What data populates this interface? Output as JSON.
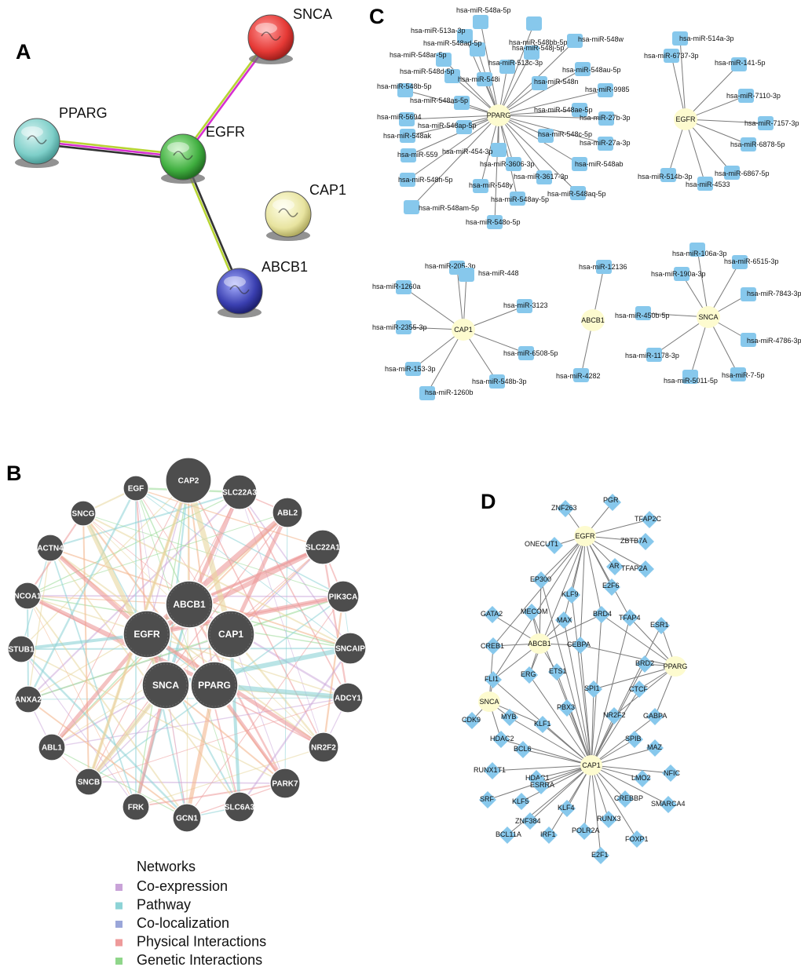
{
  "panels": {
    "a": "A",
    "b": "B",
    "c": "C",
    "d": "D"
  },
  "panel_a": {
    "nodes": [
      {
        "id": "SNCA",
        "color": "#e53935"
      },
      {
        "id": "PPARG",
        "color": "#7ecfc9"
      },
      {
        "id": "EGFR",
        "color": "#3fae3f"
      },
      {
        "id": "CAP1",
        "color": "#e8e4a0"
      },
      {
        "id": "ABCB1",
        "color": "#3a3fb0"
      }
    ],
    "edge_colors": {
      "text_mining": "#b7d433",
      "experimental": "#d62fd0",
      "coexpression": "#333333"
    }
  },
  "panel_c": {
    "groups": [
      {
        "hub": "PPARG",
        "targets": [
          "hsa-miR-548a-5p",
          "hsa-miR-513a-3p",
          "hsa-miR-548bb-5p",
          "hsa-miR-548ad-5p",
          "hsa-miR-548w",
          "hsa-miR-548j-5p",
          "hsa-miR-548ar-5p",
          "hsa-miR-513c-3p",
          "hsa-miR-548au-5p",
          "hsa-miR-548d-5p",
          "hsa-miR-548i",
          "hsa-miR-548n",
          "hsa-miR-548b-5p",
          "hsa-miR-9985",
          "hsa-miR-548as-5p",
          "hsa-miR-548ae-5p",
          "hsa-miR-5694",
          "hsa-miR-27b-3p",
          "hsa-miR-548ap-5p",
          "hsa-miR-548ak",
          "hsa-miR-548c-5p",
          "hsa-miR-27a-3p",
          "hsa-miR-559",
          "hsa-miR-454-3p",
          "hsa-miR-3606-3p",
          "hsa-miR-548ab",
          "hsa-miR-548h-5p",
          "hsa-miR-548y",
          "hsa-miR-3617-3p",
          "hsa-miR-548am-5p",
          "hsa-miR-548ay-5p",
          "hsa-miR-548aq-5p",
          "hsa-miR-548o-5p"
        ]
      },
      {
        "hub": "EGFR",
        "targets": [
          "hsa-miR-514a-3p",
          "hsa-miR-6737-3p",
          "hsa-miR-141-5p",
          "hsa-miR-7110-3p",
          "hsa-miR-7157-3p",
          "hsa-miR-6878-5p",
          "hsa-miR-6867-5p",
          "hsa-miR-514b-3p",
          "hsa-miR-4533"
        ]
      },
      {
        "hub": "CAP1",
        "targets": [
          "hsa-miR-205-3p",
          "hsa-miR-448",
          "hsa-miR-1260a",
          "hsa-miR-3123",
          "hsa-miR-2355-3p",
          "hsa-miR-6508-5p",
          "hsa-miR-153-3p",
          "hsa-miR-548b-3p",
          "hsa-miR-1260b"
        ]
      },
      {
        "hub": "ABCB1",
        "targets": [
          "hsa-miR-12136",
          "hsa-miR-4282"
        ]
      },
      {
        "hub": "SNCA",
        "targets": [
          "hsa-miR-106a-3p",
          "hsa-miR-6515-3p",
          "hsa-miR-190a-3p",
          "hsa-miR-7843-3p",
          "hsa-miR-450b-5p",
          "hsa-miR-4786-3p",
          "hsa-miR-1178-3p",
          "hsa-miR-5011-5p",
          "hsa-miR-7-5p"
        ]
      }
    ],
    "colors": {
      "hub": "#fdfbcf",
      "target": "#87c8ec",
      "edge": "#7a7a7a"
    }
  },
  "panel_b": {
    "central": [
      "ABCB1",
      "EGFR",
      "CAP1",
      "SNCA",
      "PPARG"
    ],
    "outer": [
      "CAP2",
      "SLC22A3",
      "ABL2",
      "SLC22A1",
      "PIK3CA",
      "SNCAIP",
      "ADCY1",
      "NR2F2",
      "PARK7",
      "SLC6A3",
      "GCN1",
      "FRK",
      "SNCB",
      "ABL1",
      "ANXA2",
      "STUB1",
      "NCOA1",
      "ACTN4",
      "SNCG",
      "EGF"
    ],
    "node_color": "#4d4d4d"
  },
  "legend": {
    "title": "Networks",
    "items": [
      {
        "label": "Co-expression",
        "color": "#c9a3d8"
      },
      {
        "label": "Pathway",
        "color": "#8dd3d6"
      },
      {
        "label": "Co-localization",
        "color": "#9aa6d9"
      },
      {
        "label": "Physical Interactions",
        "color": "#ee9a9a"
      },
      {
        "label": "Genetic Interactions",
        "color": "#8fd68a"
      }
    ]
  },
  "panel_d": {
    "hubs": [
      "EGFR",
      "ABCB1",
      "PPARG",
      "SNCA",
      "CAP1"
    ],
    "tfs": [
      "ZNF263",
      "PGR",
      "TFAP2C",
      "ONECUT1",
      "ZBTB7A",
      "AR",
      "TFAP2A",
      "EP300",
      "KLF9",
      "E2F6",
      "GATA2",
      "MECOM",
      "MAX",
      "BRD4",
      "TFAP4",
      "ESR1",
      "CREB1",
      "CEBPA",
      "ERG",
      "ETS1",
      "BRD2",
      "FLI1",
      "SPI1",
      "CTCF",
      "CDK9",
      "MYB",
      "PBX3",
      "NR2F2",
      "GABPA",
      "KLF1",
      "HDAC2",
      "BCL6",
      "SPIB",
      "MAZ",
      "RUNX1T1",
      "HDAC1",
      "LMO2",
      "NFIC",
      "SRF",
      "KLF5",
      "ESRRA",
      "CREBBP",
      "SMARCA4",
      "ZNF384",
      "KLF4",
      "RUNX3",
      "BCL11A",
      "IRF1",
      "POLR2A",
      "FOXP1",
      "E2F1"
    ],
    "colors": {
      "hub": "#fdfbcf",
      "tf": "#87c8ec",
      "edge": "#7a7a7a"
    }
  }
}
